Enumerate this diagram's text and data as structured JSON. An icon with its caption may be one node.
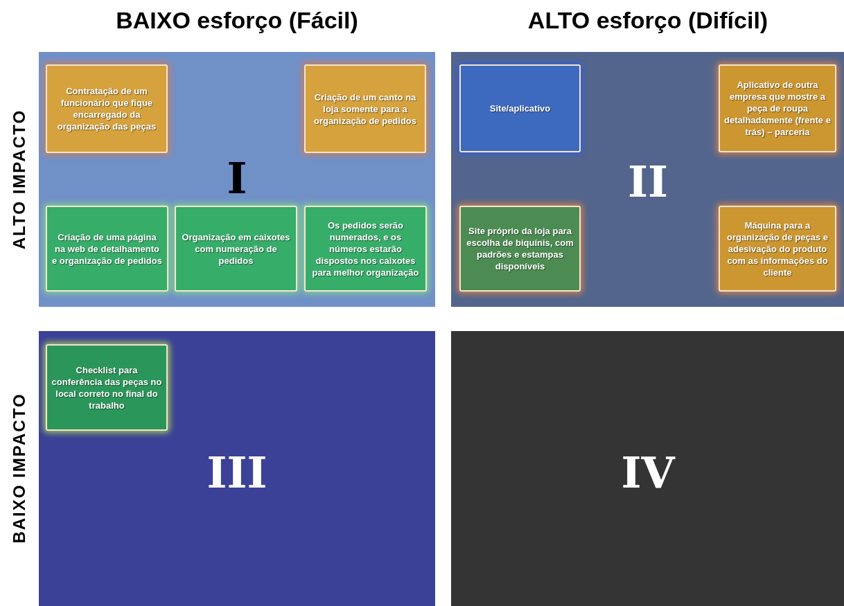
{
  "diagram": {
    "nodes": [
      {
        "text": [
          "I"
        ]
      },
      {
        "text": [
          "Contratação de um funcionário que fique encarregado da organização das peças"
        ],
        "in": 0
      },
      {
        "text": [
          "Criação de um canto na loja somente para a organização de pedidos"
        ],
        "in": 0
      },
      {
        "text": [
          "Criação de uma página na web de detalhamento e organização de pedidos"
        ],
        "in": 0
      },
      {
        "text": [
          "Organização em caixotes com numeração de pedidos"
        ],
        "in": 0
      },
      {
        "text": [
          "Os pedidos  serão numerados, e os números estarão dispostos nos caixotes para melhor organização"
        ],
        "in": 0
      },
      {
        "text": [
          "II"
        ]
      },
      {
        "text": [
          "Site/aplicativo"
        ],
        "in": 6
      },
      {
        "text": [
          "Aplicativo de outra empresa que mostre a peça de roupa detalhadamente (frente e trás) – parceria"
        ],
        "in": 6
      },
      {
        "text": [
          "Site próprio da loja para escolha de biquínis, com padrões e estampas disponíveis"
        ],
        "in": 6
      },
      {
        "text": [
          "Máquina para a organização de peças e adesivação do produto com as informações do cliente"
        ],
        "in": 6
      },
      {
        "text": [
          "III"
        ]
      },
      {
        "text": [
          "Checklist para conferência das peças no local correto no final do trabalho"
        ],
        "in": 11
      },
      {
        "text": [
          "IV"
        ]
      }
    ],
    "labels": [
      "BAIXO esforço (Fácil)",
      "ALTO esforço (Difícil)",
      "ALTO IMPACTO",
      "BAIXO IMPACTO"
    ]
  }
}
